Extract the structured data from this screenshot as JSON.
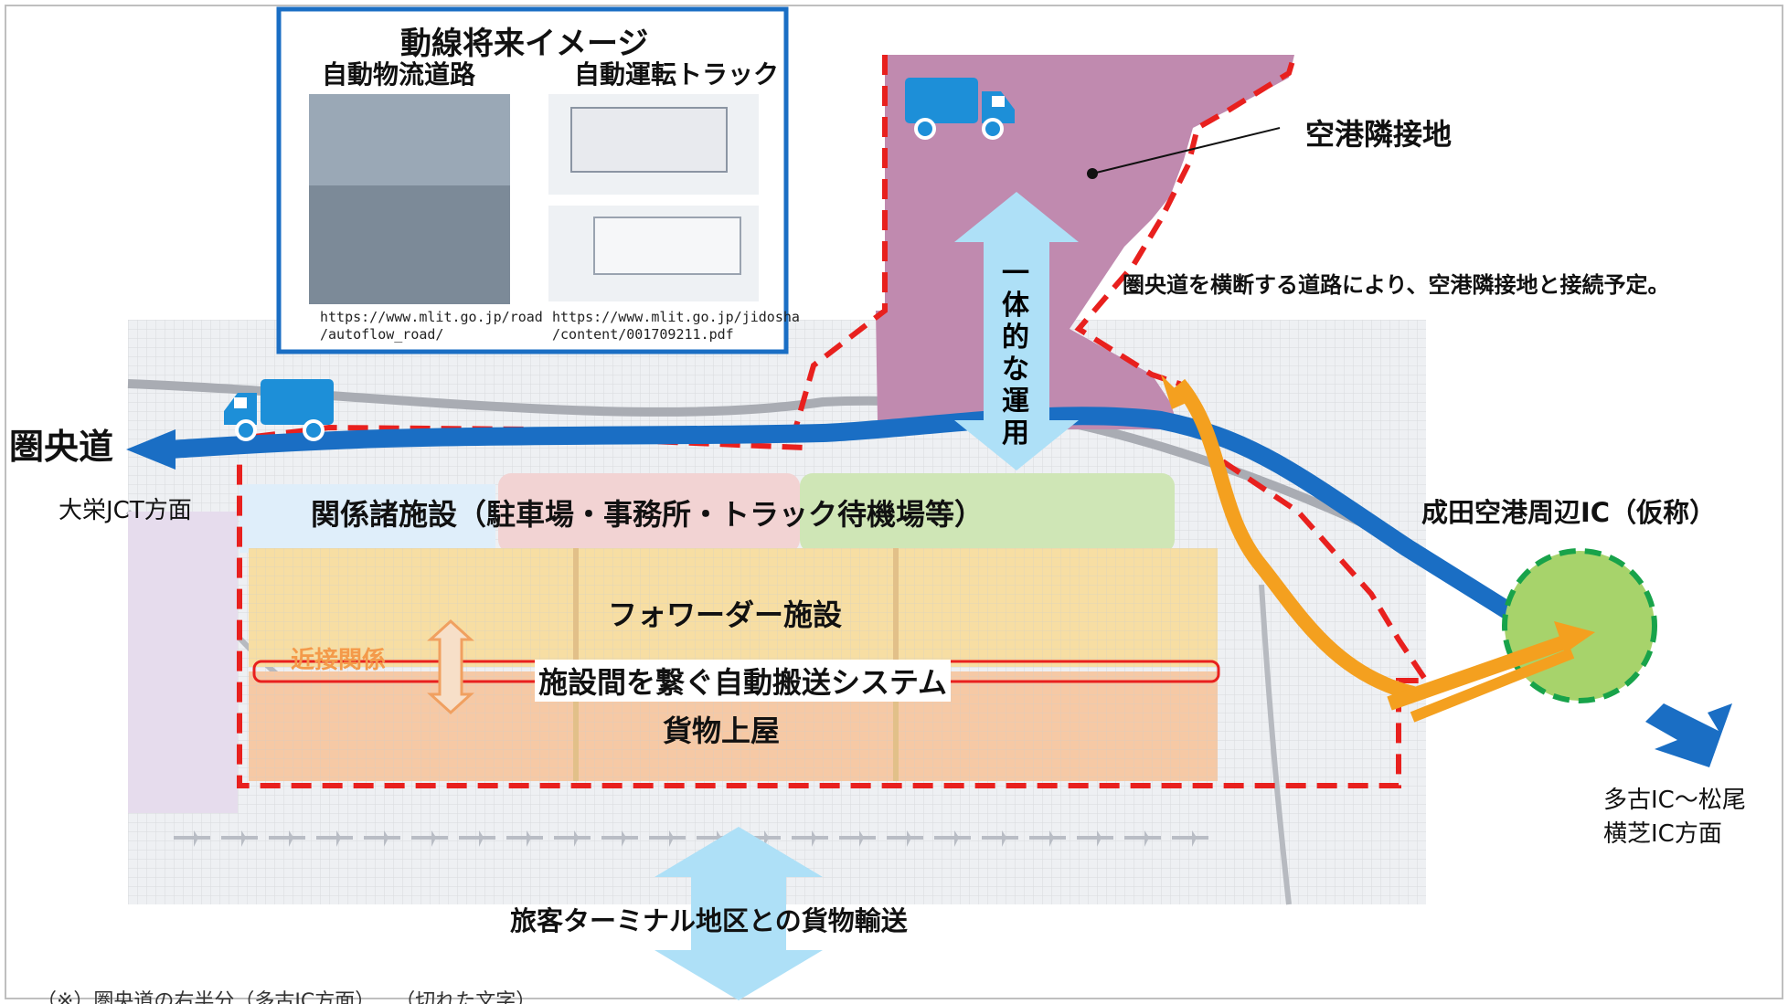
{
  "inset": {
    "title": "動線将来イメージ",
    "left_heading": "自動物流道路",
    "right_heading": "自動運転トラック",
    "left_url": "https://www.mlit.go.jp/road\n/autoflow_road/",
    "right_url": "https://www.mlit.go.jp/jidosha\n/content/001709211.pdf"
  },
  "labels": {
    "airport_adjacent": "空港隣接地",
    "crossing_note": "圏央道を横断する道路により、空港隣接地と接続予定。",
    "integrated_operation": "一体的な運用",
    "ken_o_do": "圏央道",
    "daiei_jct": "大栄JCT方面",
    "related_facilities": "関係諸施設（駐車場・事務所・トラック待機場等）",
    "narita_ic": "成田空港周辺IC（仮称）",
    "forwarder": "フォワーダー施設",
    "proximity": "近接関係",
    "auto_transport": "施設間を繋ぐ自動搬送システム",
    "cargo_building": "貨物上屋",
    "tako_ic": "多古IC～松尾",
    "yokoshiba_ic": "横芝IC方面",
    "passenger_terminal": "旅客ターミナル地区との貨物輸送",
    "bottom_cut": "（※）圏央道の右半分（多古IC方面）…（切れた文字）"
  },
  "colors": {
    "purple_area": "#c08aaf",
    "red_dash": "#e8201e",
    "blue_road": "#1a6ec4",
    "orange_arrow": "#f4a01f",
    "green_ic": "#a7d36b",
    "light_blue_arrow": "#aee0f7"
  }
}
